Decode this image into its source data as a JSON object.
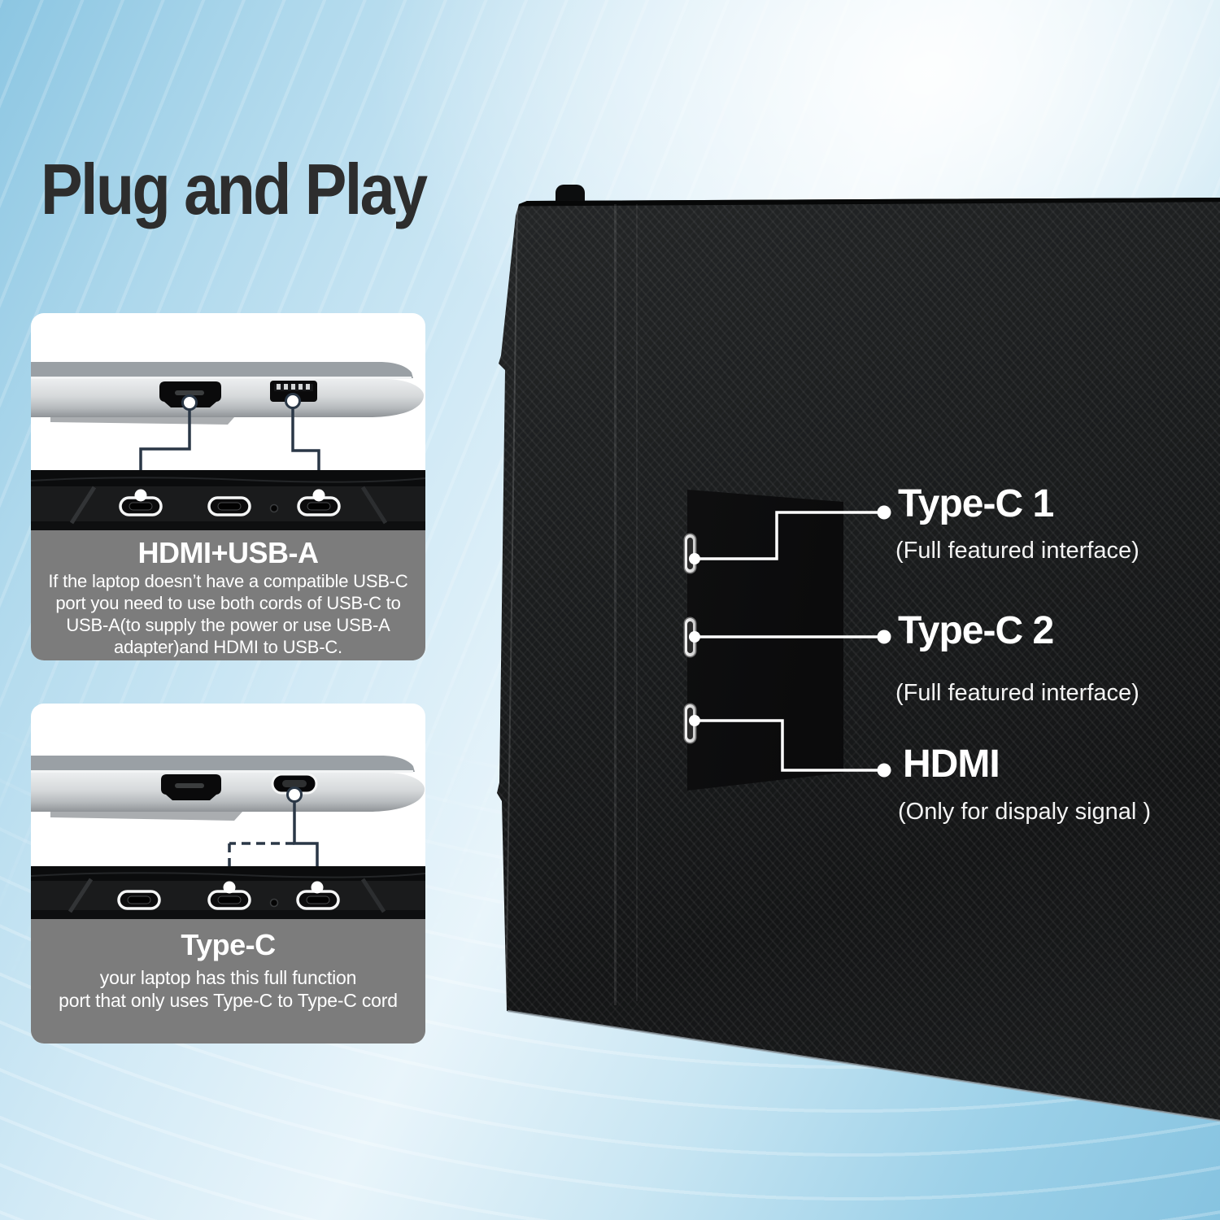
{
  "title": "Plug and Play",
  "insets": [
    {
      "heading": "HDMI+USB-A",
      "body": "If the laptop doesn’t have a compatible USB-C\nport you need to use both cords of USB-C to\nUSB-A(to supply the power or use USB-A\nadapter)and HDMI to USB-C."
    },
    {
      "heading": "Type-C",
      "body": "your laptop has this full function\nport that only uses Type-C to Type-C cord"
    }
  ],
  "monitor_labels": [
    {
      "name": "Type-C 1",
      "desc": "(Full featured interface)"
    },
    {
      "name": "Type-C 2",
      "desc": "(Full featured interface)"
    },
    {
      "name": "HDMI",
      "desc": "(Only for dispaly signal )"
    }
  ],
  "colors": {
    "background_blue": "#a9d6ec",
    "caption_gray": "#7c7c7c",
    "callout_line_dark": "#2a3746",
    "callout_line_white": "#ffffff",
    "monitor_black": "#1a1c1d"
  }
}
